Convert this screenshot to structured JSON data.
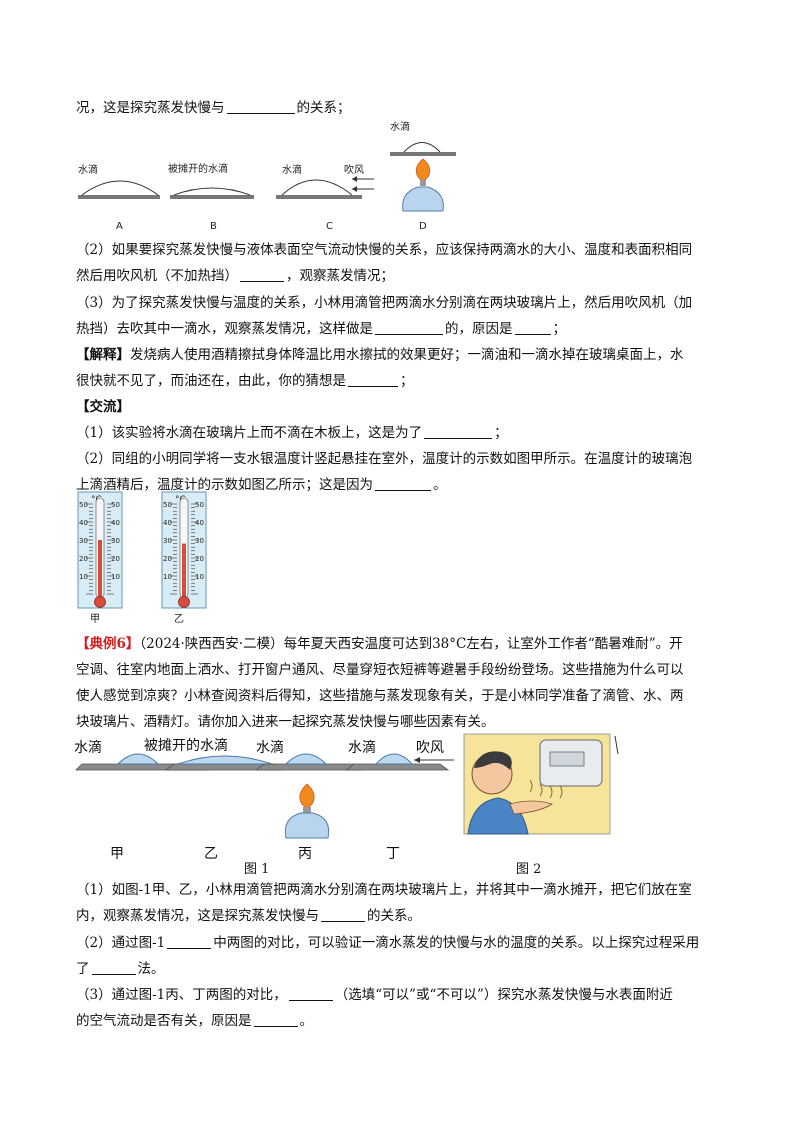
{
  "lines": {
    "l1a": "况，这是探究蒸发快慢与",
    "l1b": "的关系；",
    "q2a": "（2）如果要探究蒸发快慢与液体表面空气流动快慢的关系，应该保持两滴水的大小、温度和表面积相同",
    "q2b": "然后用吹风机（不加热挡）",
    "q2c": "，观察蒸发情况；",
    "q3a": "（3）为了探究蒸发快慢与温度的关系，小林用滴管把两滴水分别滴在两块玻璃片上，然后用吹风机（加",
    "q3b": "热挡）去吹其中一滴水，观察蒸发情况，这样做是",
    "q3c": "的，原因是",
    "q3d": "；",
    "jie_tag": "【解释】",
    "jie_a": "发烧病人使用酒精擦拭身体降温比用水擦拭的效果更好；一滴油和一滴水掉在玻璃桌面上，水",
    "jie_b": "很快就不见了，而油还在，由此，你的猜想是",
    "jie_c": "；",
    "jl_tag": "【交流】",
    "jl1a": "（1）该实验将水滴在玻璃片上而不滴在木板上，这是为了",
    "jl1b": "；",
    "jl2a": "（2）同组的小明同学将一支水银温度计竖起悬挂在室外，温度计的示数如图甲所示。在温度计的玻璃泡",
    "jl2b": "上滴酒精后，温度计的示数如图乙所示；这是因为",
    "jl2c": "。",
    "ex_tag": "【典例6】",
    "ex_a": "（2024·陕西西安·二模）每年夏天西安温度可达到38°C左右，让室外工作者“酷暑难耐”。开",
    "ex_b": "空调、往室内地面上洒水、打开窗户通风、尽量穿短衣短裤等避暑手段纷纷登场。这些措施为什么可以",
    "ex_c": "使人感觉到凉爽？小林查阅资料后得知，这些措施与蒸发现象有关，于是小林同学准备了滴管、水、两",
    "ex_d": "块玻璃片、酒精灯。请你加入进来一起探究蒸发快慢与哪些因素有关。",
    "p1a": "（1）如图-1甲、乙，小林用滴管把两滴水分别滴在两块玻璃片上，并将其中一滴水摊开，把它们放在室",
    "p1b": "内，观察蒸发情况，这是探究蒸发快慢与",
    "p1c": "的关系。",
    "p2a": "（2）通过图-1",
    "p2b": "中两图的对比，可以验证一滴水蒸发的快慢与水的温度的关系。以上探究过程采用",
    "p2c": "了",
    "p2d": "法。",
    "p3a": "（3）通过图-1丙、丁两图的对比，",
    "p3b": "（选填“可以”或“不可以”）探究水蒸发快慢与水表面附近",
    "p3c": "的空气流动是否有关，原因是",
    "p3d": "。"
  },
  "figA": {
    "d_label": "水滴",
    "a_label": "水滴",
    "b_label": "被摊开的水滴",
    "c_label": "水滴",
    "c_wind": "吹风",
    "letters": [
      "A",
      "B",
      "C",
      "D"
    ]
  },
  "thermo": {
    "unit": "°C",
    "ticks": [
      "50",
      "40",
      "30",
      "20",
      "10"
    ],
    "captions": [
      "甲",
      "乙"
    ],
    "readings": [
      30,
      28
    ]
  },
  "figB": {
    "labels": [
      "水滴",
      "被摊开的水滴",
      "水滴",
      "水滴"
    ],
    "wind": "吹风",
    "letters": [
      "甲",
      "乙",
      "丙",
      "丁"
    ],
    "fig1": "图 1",
    "fig2": "图 2"
  },
  "colors": {
    "accent_red": "#d21f1f",
    "flame": "#f08a1c",
    "lamp_blue": "#b9d4ee",
    "plate": "#777777",
    "drop": "#bcd9f0",
    "scene_yellow": "#f6e49a"
  }
}
